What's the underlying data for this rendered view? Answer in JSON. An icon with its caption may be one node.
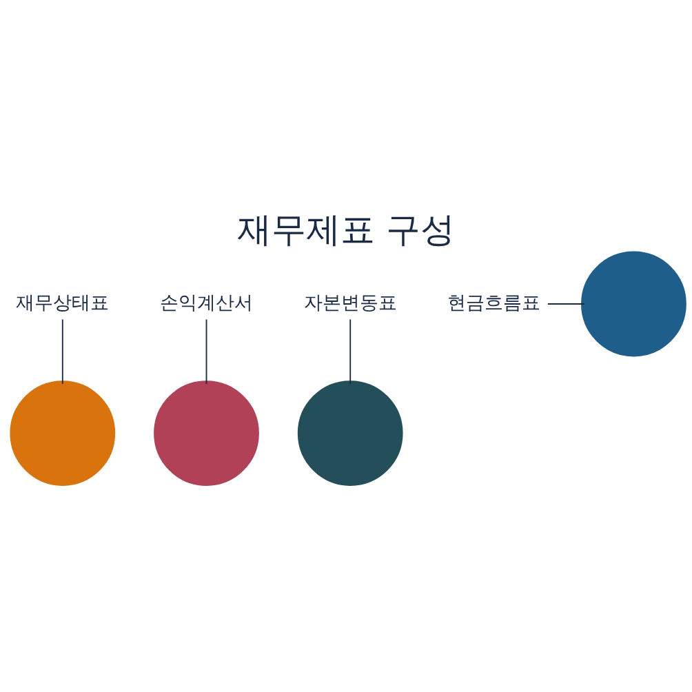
{
  "diagram": {
    "title": "재무제표 구성",
    "nodes": [
      {
        "text": [
          "재무상태표"
        ]
      },
      {
        "text": [],
        "shape": "circle"
      },
      {
        "text": [
          "손익계산서"
        ]
      },
      {
        "text": [],
        "shape": "circle"
      },
      {
        "text": [],
        "shape": "circle"
      },
      {
        "text": [
          "자본변동표"
        ]
      },
      {
        "text": [],
        "shape": "circle"
      },
      {
        "text": [
          "현금흐름표"
        ]
      }
    ],
    "edges": [
      {
        "from": 0,
        "to": 1,
        "arrow": "none"
      },
      {
        "from": 2,
        "to": 3,
        "arrow": "none"
      },
      {
        "from": 5,
        "to": 4,
        "arrow": "none"
      },
      {
        "from": 7,
        "to": 6,
        "arrow": "none"
      }
    ]
  }
}
